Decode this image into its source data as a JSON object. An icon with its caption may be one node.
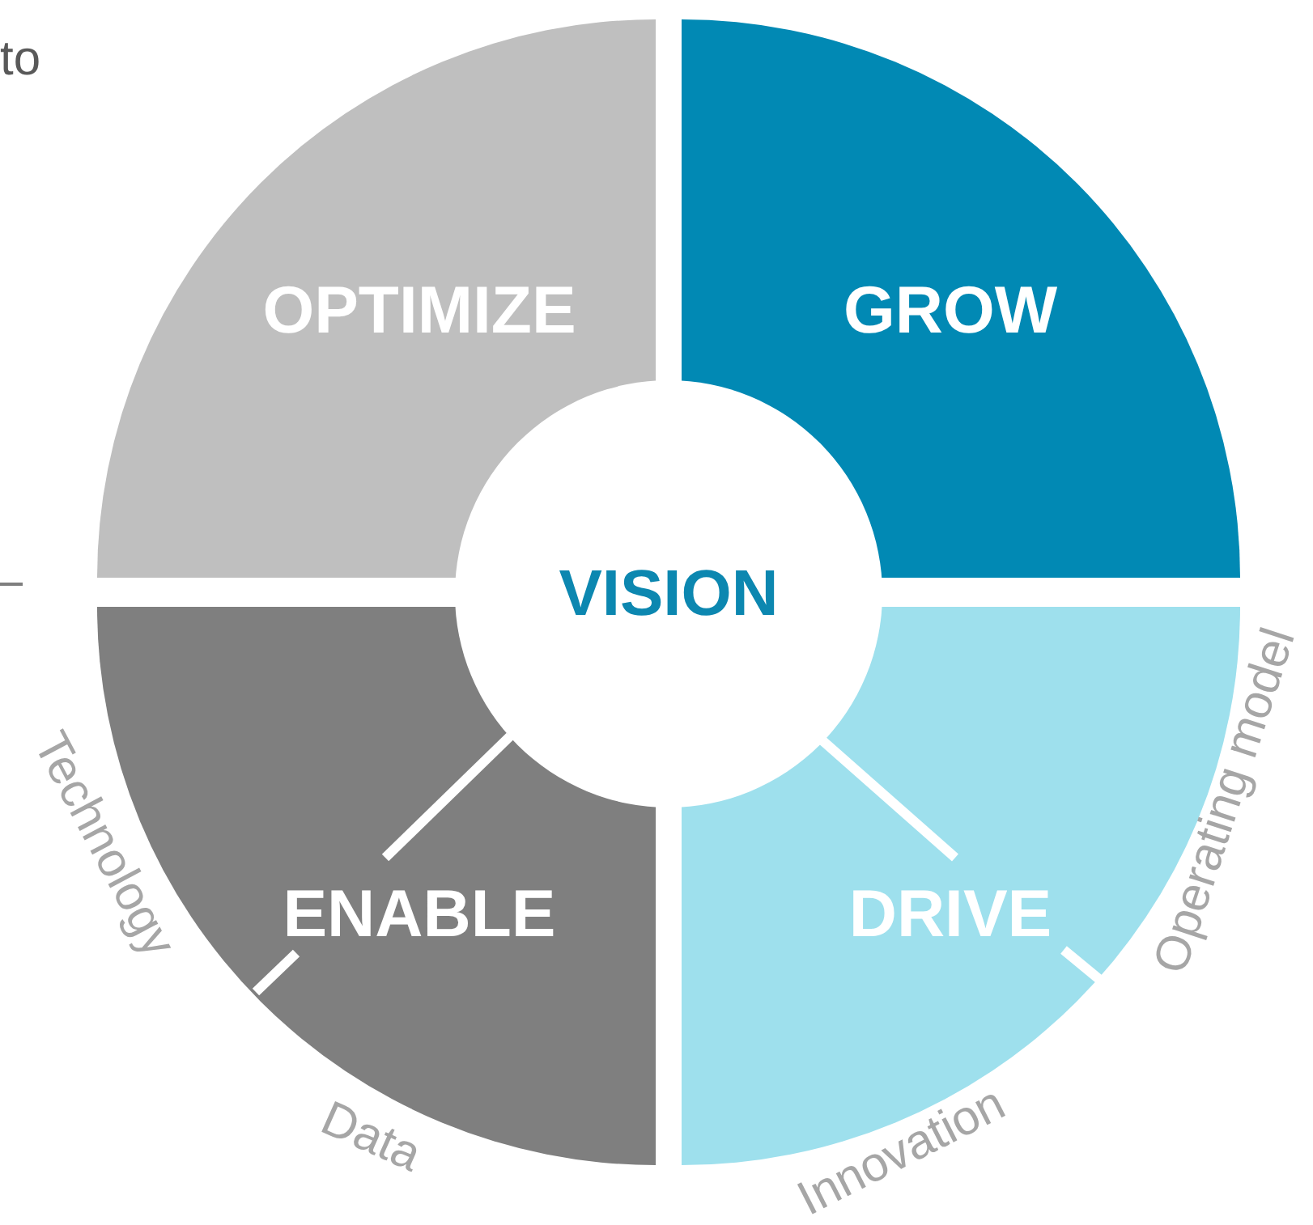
{
  "diagram": {
    "nodes": [
      {
        "text": [
          "OPTIMIZE"
        ]
      },
      {
        "text": [
          "GROW"
        ]
      },
      {
        "text": [
          "ENABLE"
        ]
      },
      {
        "text": [
          "DRIVE"
        ]
      },
      {
        "text": [
          "VISION"
        ]
      }
    ],
    "labels": [
      "to",
      "Technology",
      "Data",
      "Innovation",
      "Operating model"
    ]
  }
}
